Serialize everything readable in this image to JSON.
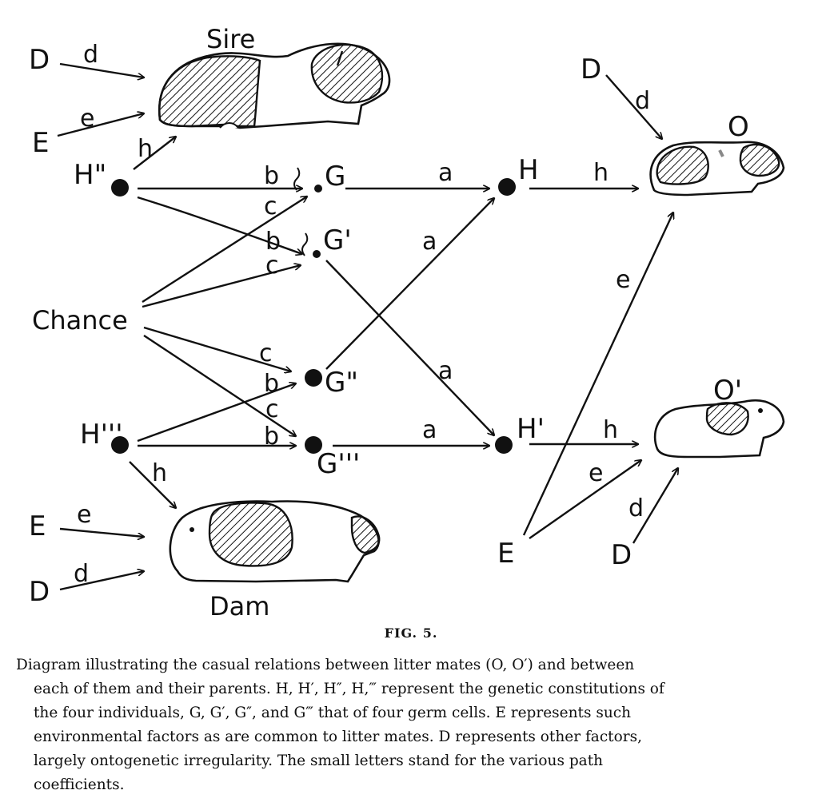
{
  "figure": {
    "label": "FIG. 5.",
    "caption_lines": [
      "Diagram illustrating the casual relations between litter mates (O, O′) and between",
      "each of them and their parents.  H, H′, H″, H,‴ represent the genetic constitutions of",
      "the four individuals, G, G′, G″, and G‴ that of four germ cells.  E represents such",
      "environmental factors as are common to litter mates.  D represents other factors,",
      "largely ontogenetic irregularity.  The small letters stand for the various path",
      "coefficients."
    ]
  },
  "diagram": {
    "nodes": {
      "sire": "Sire",
      "dam": "Dam",
      "chance": "Chance",
      "h2": "H\"",
      "h3": "H'''",
      "g": "G",
      "g1": "G'",
      "g2": "G\"",
      "g3": "G'''",
      "h": "H",
      "h1": "H'",
      "o": "O",
      "o1": "O'",
      "d_sire": "D",
      "e_sire": "E",
      "e_dam": "E",
      "d_dam": "D",
      "d_o": "D",
      "e_off": "E",
      "d_o1": "D"
    },
    "paths": {
      "d_sire": "d",
      "e_sire": "e",
      "h_sire": "h",
      "e_dam": "e",
      "d_dam": "d",
      "h_dam": "h",
      "b_h2_g": "b",
      "b_h2_g1": "b",
      "c_chance_g": "c",
      "c_chance_g1": "c",
      "c_chance_g2": "c",
      "c_chance_g3": "c",
      "b_h3_g2": "b",
      "b_h3_g3": "b",
      "a_g_h": "a",
      "a_g1_h1": "a",
      "a_g2_h": "a",
      "a_g3_h1": "a",
      "h_h_o": "h",
      "h_h1_o1": "h",
      "d_o": "d",
      "e_o": "e",
      "e_o1": "e",
      "d_o1": "d"
    }
  }
}
